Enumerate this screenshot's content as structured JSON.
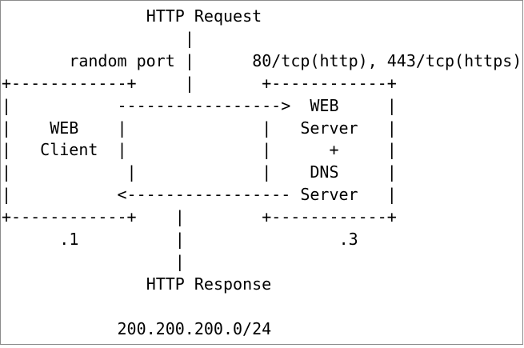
{
  "diagram": {
    "request_title": "HTTP Request",
    "response_title": "HTTP Response",
    "client_port_label": "random port",
    "server_ports_label": "80/tcp(http), 443/tcp(https)",
    "network_address": "200.200.200.0/24",
    "request_arrow": "----------------->",
    "response_arrow": "<-----------------",
    "request_line_segments": [
      "|",
      "|",
      "|"
    ],
    "response_line_segments": [
      "|",
      "|",
      "|"
    ],
    "client_box": {
      "label": "WEB Client",
      "ip_suffix": ".1",
      "lines": [
        "+------------+",
        "|",
        "|    WEB    |",
        "|   Client  |",
        "|            |",
        "|",
        "+------------+"
      ]
    },
    "server_box": {
      "label": "WEB Server + DNS Server",
      "ip_suffix": ".3",
      "lines": [
        "+------------+",
        "     WEB     |",
        "|   Server   |",
        "|      +     |",
        "|    DNS     |",
        "    Server   |",
        "+------------+"
      ]
    }
  }
}
